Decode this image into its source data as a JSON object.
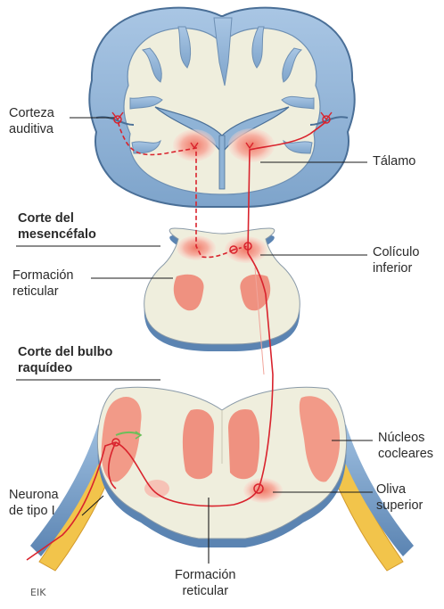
{
  "labels": {
    "corteza_auditiva": "Corteza\nauditiva",
    "talamo": "Tálamo",
    "corte_mesencefalo": "Corte del\nmesencéfalo",
    "coliculo_inferior": "Colículo\ninferior",
    "formacion_reticular_top": "Formación\nreticular",
    "corte_bulbo": "Corte del bulbo\nraquídeo",
    "nucleos_cocleares": "Núcleos\ncocleares",
    "neurona_tipo_i": "Neurona\nde tipo I",
    "oliva_superior": "Oliva\nsuperior",
    "formacion_reticular_bottom": "Formación\nreticular"
  },
  "credit": "EIK",
  "colors": {
    "cortex_blue": "#8fb3d6",
    "cortex_outline": "#4a6f97",
    "tissue": "#efeedd",
    "nucleus_pink": "#f4a89a",
    "nucleus_dark": "#ec8170",
    "pathway_red": "#d9232d",
    "nerve_yellow": "#f2c44b",
    "green_fiber": "#6cbf5a",
    "leader_line": "#1a1a1a"
  }
}
